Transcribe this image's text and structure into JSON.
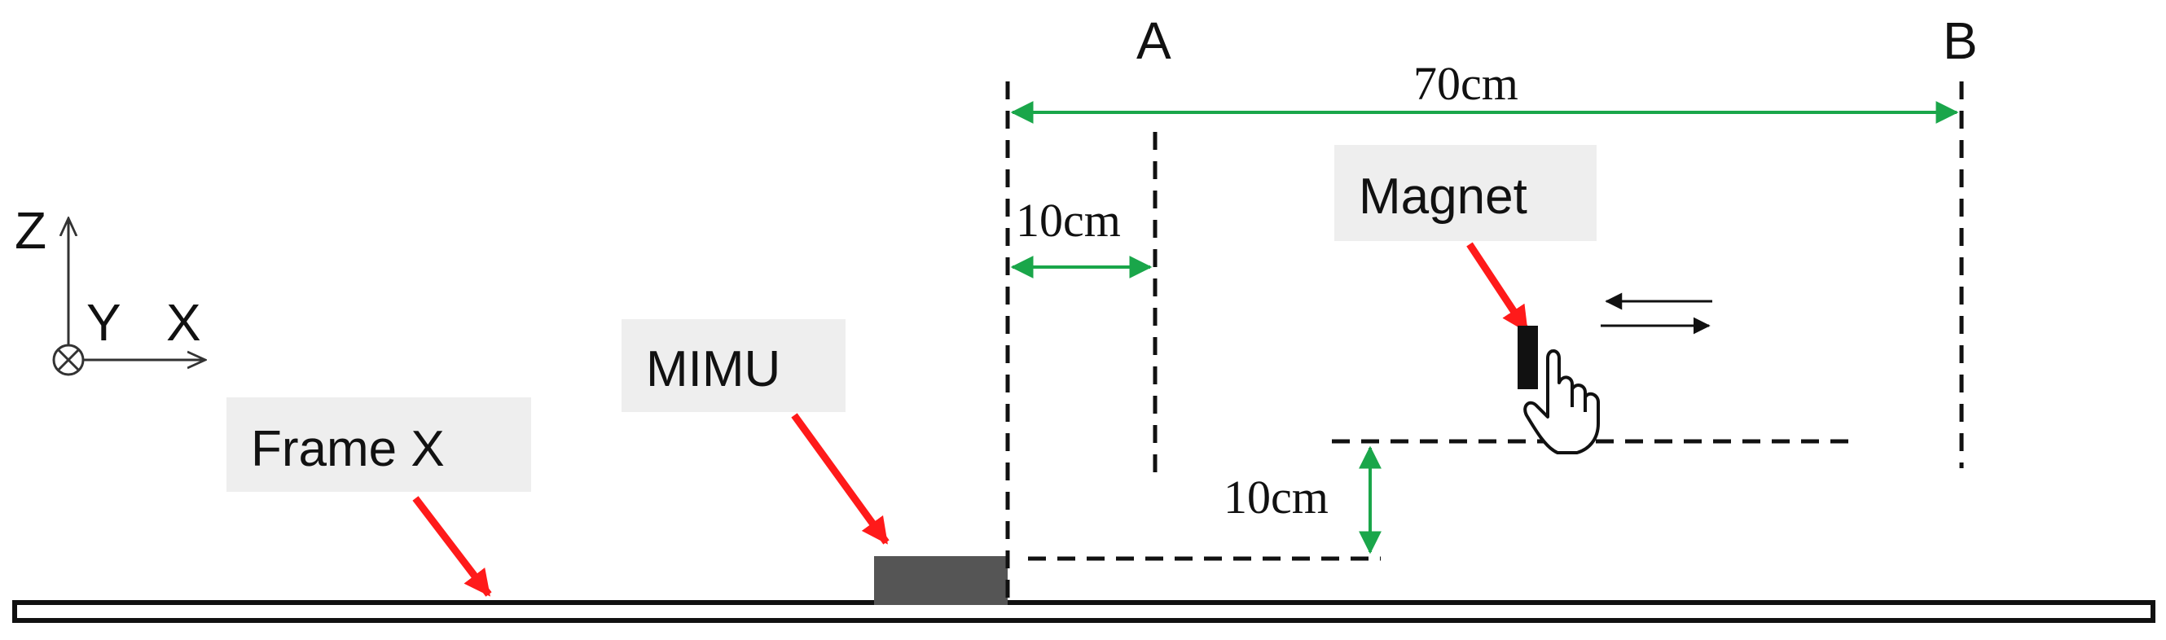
{
  "labels": {
    "a": "A",
    "b": "B",
    "dist_total": "70cm",
    "dist_side": "10cm",
    "dist_height": "10cm",
    "magnet": "Magnet",
    "mimu": "MIMU",
    "frame": "Frame X"
  },
  "axes": {
    "z": "Z",
    "y": "Y",
    "x": "X"
  },
  "colors": {
    "dimension_arrows": "#1aa64a",
    "pointer_arrows": "#ff1a1a",
    "mimu_block": "#555555",
    "label_box": "#eeeeee"
  },
  "icons": [
    "hand-pointer-icon",
    "double-arrow-icon",
    "axis-y-into-page-icon"
  ]
}
